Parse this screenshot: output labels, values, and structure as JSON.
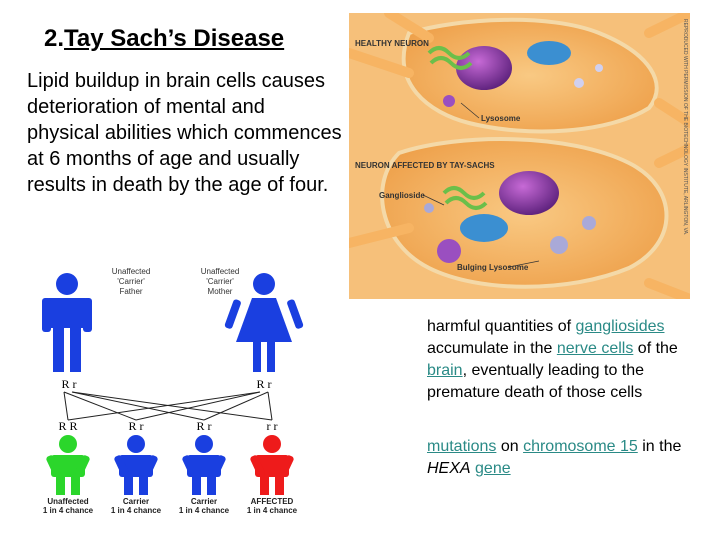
{
  "title": {
    "number": "2.",
    "text": "Tay Sach’s Disease"
  },
  "intro": "Lipid buildup in brain cells causes deterioration of mental and physical abilities which commences at 6 months of age and usually results in death by the age of four.",
  "illustration": {
    "healthy_label": "HEALTHY NEURON",
    "lysosome_label": "Lysosome",
    "affected_label": "NEURON AFFECTED BY TAY-SACHS",
    "ganglioside_label": "Ganglioside",
    "bulging_label": "Bulging Lysosome",
    "credit": "REPRODUCED WITH PERMISSION OF THE BIOTECHNOLOGY INSTITUTE, ARLINGTON, VA."
  },
  "pedigree": {
    "father": {
      "line1": "Unaffected",
      "line2": "'Carrier'",
      "line3": "Father",
      "genotype": "R r"
    },
    "mother": {
      "line1": "Unaffected",
      "line2": "'Carrier'",
      "line3": "Mother",
      "genotype": "R r"
    },
    "children": [
      {
        "genotype": "R R",
        "line1": "Unaffected",
        "line2": "1 in 4 chance",
        "color": "#2bd62b"
      },
      {
        "genotype": "R r",
        "line1": "Carrier",
        "line2": "1 in 4 chance",
        "color": "#1a3fe0"
      },
      {
        "genotype": "R r",
        "line1": "Carrier",
        "line2": "1 in 4 chance",
        "color": "#1a3fe0"
      },
      {
        "genotype": "r r",
        "line1": "AFFECTED",
        "line2": "1 in 4 chance",
        "color": "#ee1b1b"
      }
    ],
    "parent_color": "#1a3fe0"
  },
  "fact1": {
    "p1": "harmful quantities of ",
    "l1": "gangliosides",
    "p2": " accumulate in the ",
    "l2": "nerve cells",
    "p3": " of the ",
    "l3": "brain",
    "p4": ", eventually leading to the premature death of those cells"
  },
  "fact2": {
    "l1": "mutations",
    "p1": " on ",
    "l2": "chromosome 15",
    "p2": " in the ",
    "em": "HEXA",
    "p3": " ",
    "l3": "gene"
  }
}
